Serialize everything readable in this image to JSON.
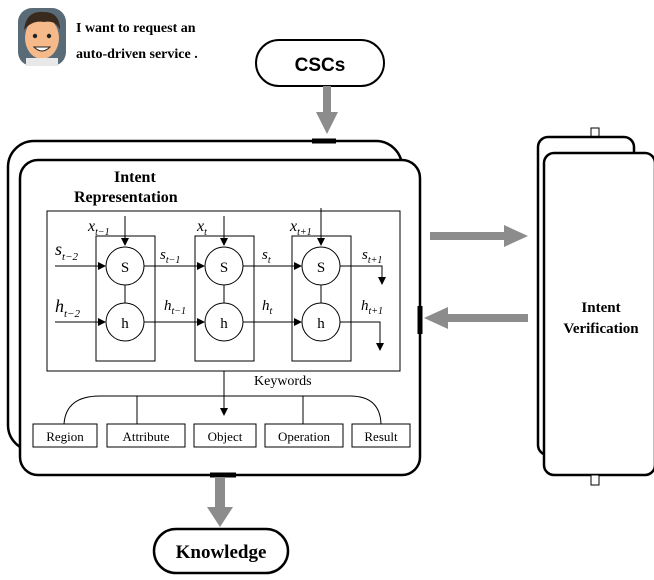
{
  "user": {
    "avatar_icon": "user-avatar-icon",
    "request_line1": "I want to request an",
    "request_line2": "auto-driven service ."
  },
  "cscs_label": "CSCs",
  "knowledge_label": "Knowledge",
  "intent_representation": {
    "title_line1": "Intent",
    "title_line2": "Representation",
    "keywords_label": "Keywords",
    "cells": [
      {
        "state_label": "S",
        "hidden_label": "h"
      },
      {
        "state_label": "S",
        "hidden_label": "h"
      },
      {
        "state_label": "S",
        "hidden_label": "h"
      }
    ],
    "keyword_boxes": [
      "Region",
      "Attribute",
      "Object",
      "Operation",
      "Result"
    ]
  },
  "intent_verification": {
    "title_line1": "Intent",
    "title_line2": "Verification"
  },
  "colors": {
    "arrow_gray": "#8c8c8c",
    "line_black": "#000000",
    "avatar_skin": "#f5b98a",
    "avatar_hair": "#3a2a1e",
    "avatar_bg": "#5a6b78"
  }
}
